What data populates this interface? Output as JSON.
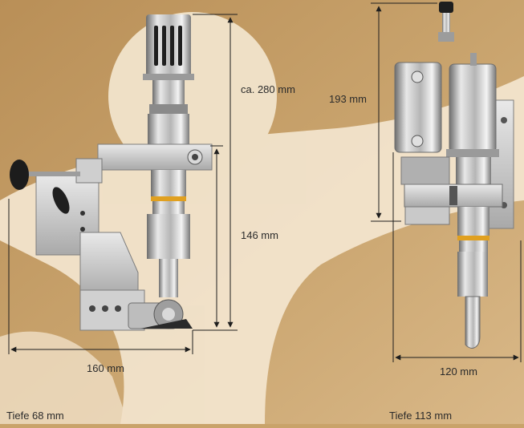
{
  "colors": {
    "background": "#c9a36a",
    "figure": "#f3e7d2",
    "metal": "#c9c9c9",
    "dark": "#2a2a2a",
    "accent": "#e0a020"
  },
  "left_product": {
    "height_total": "ca. 280 mm",
    "height_lower": "146 mm",
    "width": "160 mm",
    "depth": "Tiefe 68 mm"
  },
  "right_product": {
    "height": "193 mm",
    "width": "120 mm",
    "depth": "Tiefe 113 mm"
  }
}
